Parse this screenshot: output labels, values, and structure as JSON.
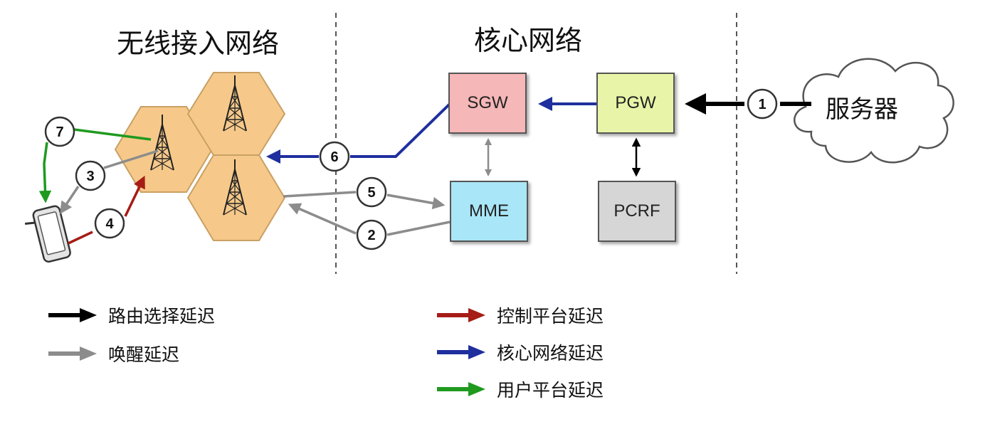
{
  "regions": {
    "access_network": "无线接入网络",
    "core_network": "核心网络"
  },
  "nodes": {
    "sgw": "SGW",
    "pgw": "PGW",
    "mme": "MME",
    "pcrf": "PCRF",
    "server": "服务器"
  },
  "colors": {
    "sgw": "#f5b7b7",
    "pgw": "#e8f5a8",
    "mme": "#a9e6f7",
    "pcrf": "#d6d6d6",
    "cell": "#f6c98a",
    "routing": "#000000",
    "wakeup": "#8c8c8c",
    "control_plane": "#a61c16",
    "core_network": "#1f2f9e",
    "user_plane": "#1f9a1f"
  },
  "steps": [
    "1",
    "2",
    "3",
    "4",
    "5",
    "6",
    "7"
  ],
  "legend": [
    {
      "label": "路由选择延迟",
      "color": "#000000"
    },
    {
      "label": "唤醒延迟",
      "color": "#8c8c8c"
    },
    {
      "label": "控制平台延迟",
      "color": "#a61c16"
    },
    {
      "label": "核心网络延迟",
      "color": "#1f2f9e"
    },
    {
      "label": "用户平台延迟",
      "color": "#1f9a1f"
    }
  ]
}
